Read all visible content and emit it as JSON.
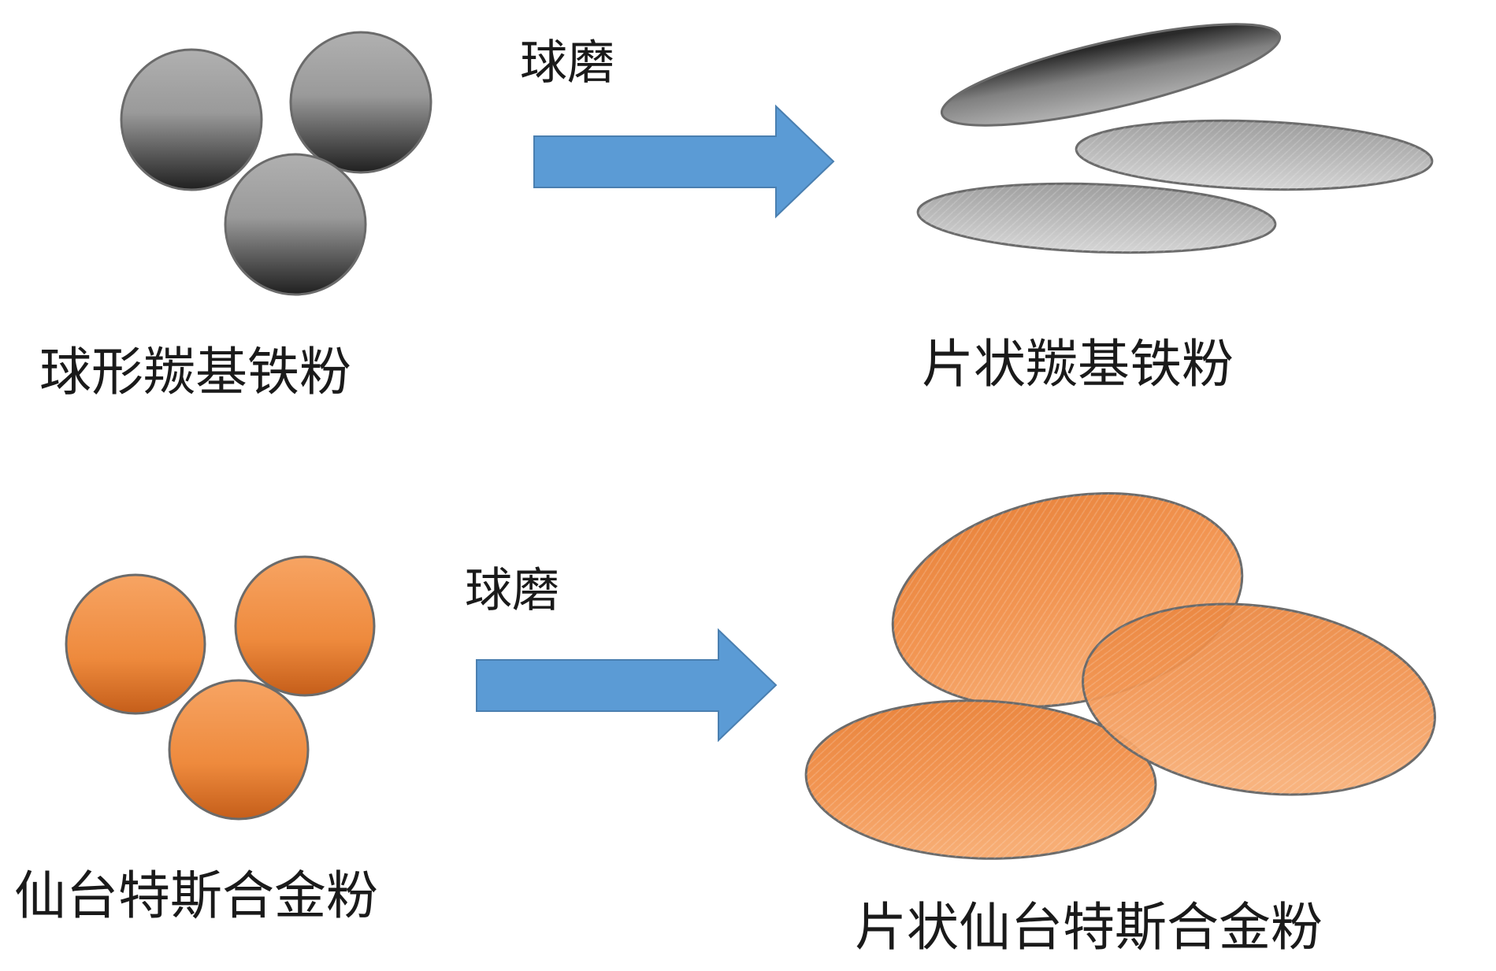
{
  "top_row": {
    "process_label": "球磨",
    "input_label": "球形羰基铁粉",
    "output_label": "片状羰基铁粉"
  },
  "bottom_row": {
    "process_label": "球磨",
    "input_label": "仙台特斯合金粉",
    "output_label": "片状仙台特斯合金粉"
  },
  "colors": {
    "arrow": "#5b9bd5",
    "iron_light": "#b5b5b5",
    "iron_dark": "#1f1f1f",
    "alloy_light": "#f6a566",
    "alloy_dark": "#c9621b",
    "outline": "#6b6b6b"
  }
}
